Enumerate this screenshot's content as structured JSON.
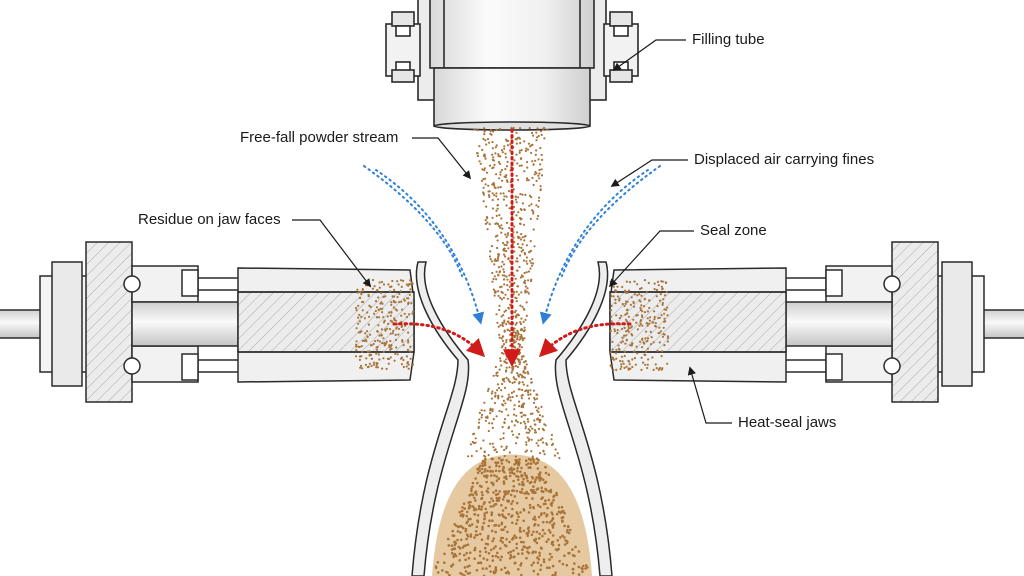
{
  "labels": {
    "filling_tube": "Filling tube",
    "free_fall_stream": "Free-fall powder stream",
    "displaced_air": "Displaced air carrying fines",
    "residue_on_jaws": "Residue on jaw faces",
    "seal_zone": "Seal zone",
    "heat_seal_jaws": "Heat-seal jaws"
  },
  "colors": {
    "line": "#2a2a2a",
    "metal_light": "#f4f4f4",
    "metal_mid": "#e2e2e2",
    "powder": "#a8743a",
    "powder_fill": "#e6c9a0",
    "red_arrow": "#d11a1a",
    "blue_arrow": "#2f7fd6"
  },
  "icons": [
    "bolt-icon",
    "arrow-head-icon"
  ]
}
